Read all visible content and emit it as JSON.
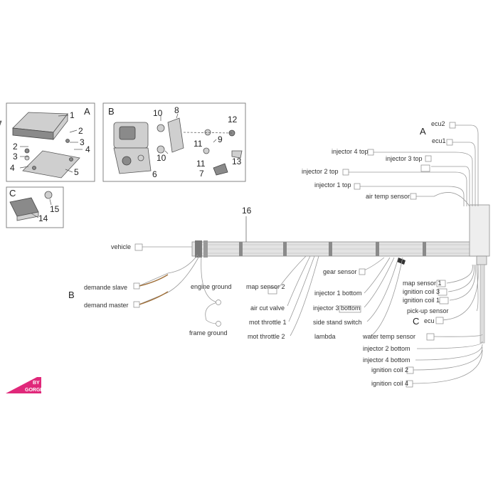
{
  "section_labels": {
    "a": "A",
    "b": "B",
    "c": "C"
  },
  "part_numbers": {
    "p1": "1",
    "p2a": "2",
    "p2b": "2",
    "p3a": "3",
    "p3b": "3",
    "p4a": "4",
    "p4b": "4",
    "p5": "5",
    "p6": "6",
    "p7": "7",
    "p8": "8",
    "p9": "9",
    "p10a": "10",
    "p10b": "10",
    "p11a": "11",
    "p11b": "11",
    "p12": "12",
    "p13": "13",
    "p14": "14",
    "p15": "15",
    "p16": "16"
  },
  "connector_labels": {
    "ecu2": "ecu2",
    "ecu1": "ecu1",
    "injector_4_top": "injector 4 top",
    "injector_3_top": "injector 3 top",
    "injector_2_top": "injector 2 top",
    "injector_1_top": "injector 1 top",
    "air_temp_sensor": "air temp sensor",
    "vehicle": "vehicle",
    "demande_slave": "demande slave",
    "demand_master": "demand master",
    "engine_ground": "engine ground",
    "frame_ground": "frame ground",
    "map_sensor_2": "map sensor 2",
    "air_cut_valve": "air cut valve",
    "mot_throttle_1": "mot throttle 1",
    "mot_throttle_2": "mot throttle 2",
    "gear_sensor": "gear sensor",
    "injector_1_bottom": "injector 1 bottom",
    "injector_3_bottom": "injector 3 bottom",
    "side_stand_switch": "side stand switch",
    "lambda": "lambda",
    "map_sensor_1": "map sensor 1",
    "ignition_coil_3": "ignition coil 3",
    "ignition_coil_1": "ignition coil 1",
    "pick_up_sensor": "pick-up sensor",
    "ecu": "ecu",
    "water_temp_sensor": "water temp sensor",
    "injector_2_bottom": "injector 2 bottom",
    "injector_4_bottom": "injector 4 bottom",
    "ignition_coil_2": "ignition coil 2",
    "ignition_coil_4": "ignition coil 4"
  },
  "logo": {
    "line1": "BY",
    "line2": "GORGE",
    "color": "#e0287a"
  }
}
